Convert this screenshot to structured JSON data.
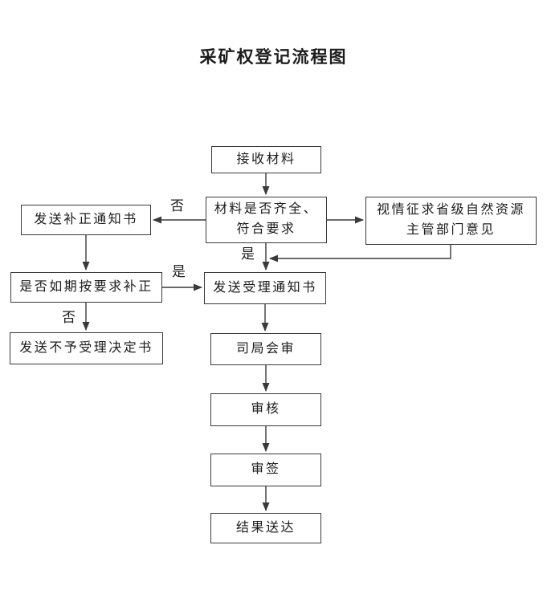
{
  "title": "采矿权登记流程图",
  "nodes": [
    {
      "id": "receive-materials",
      "label": "接收材料"
    },
    {
      "id": "check-materials",
      "label": "材料是否齐全、\n符合要求"
    },
    {
      "id": "send-correction-notice",
      "label": "发送补正通知书"
    },
    {
      "id": "seek-provincial-opinion",
      "label": "视情征求省级自然资源\n主管部门意见"
    },
    {
      "id": "correction-on-time",
      "label": "是否如期按要求补正"
    },
    {
      "id": "send-rejection-decision",
      "label": "发送不予受理决定书"
    },
    {
      "id": "send-acceptance-notice",
      "label": "发送受理通知书"
    },
    {
      "id": "joint-review",
      "label": "司局会审"
    },
    {
      "id": "review",
      "label": "审核"
    },
    {
      "id": "sign-approval",
      "label": "审签"
    },
    {
      "id": "deliver-result",
      "label": "结果送达"
    }
  ],
  "edges": [
    {
      "from": "receive-materials",
      "to": "check-materials",
      "label": ""
    },
    {
      "from": "check-materials",
      "to": "send-correction-notice",
      "label": "否"
    },
    {
      "from": "check-materials",
      "to": "seek-provincial-opinion",
      "label": ""
    },
    {
      "from": "check-materials",
      "to": "send-acceptance-notice",
      "label": "是"
    },
    {
      "from": "seek-provincial-opinion",
      "to": "send-acceptance-notice",
      "label": ""
    },
    {
      "from": "send-correction-notice",
      "to": "correction-on-time",
      "label": ""
    },
    {
      "from": "correction-on-time",
      "to": "send-acceptance-notice",
      "label": "是"
    },
    {
      "from": "correction-on-time",
      "to": "send-rejection-decision",
      "label": "否"
    },
    {
      "from": "send-acceptance-notice",
      "to": "joint-review",
      "label": ""
    },
    {
      "from": "joint-review",
      "to": "review",
      "label": ""
    },
    {
      "from": "review",
      "to": "sign-approval",
      "label": ""
    },
    {
      "from": "sign-approval",
      "to": "deliver-result",
      "label": ""
    }
  ],
  "colors": {
    "line": "#3a3a3a",
    "text": "#1c1c1c",
    "background": "#ffffff"
  }
}
